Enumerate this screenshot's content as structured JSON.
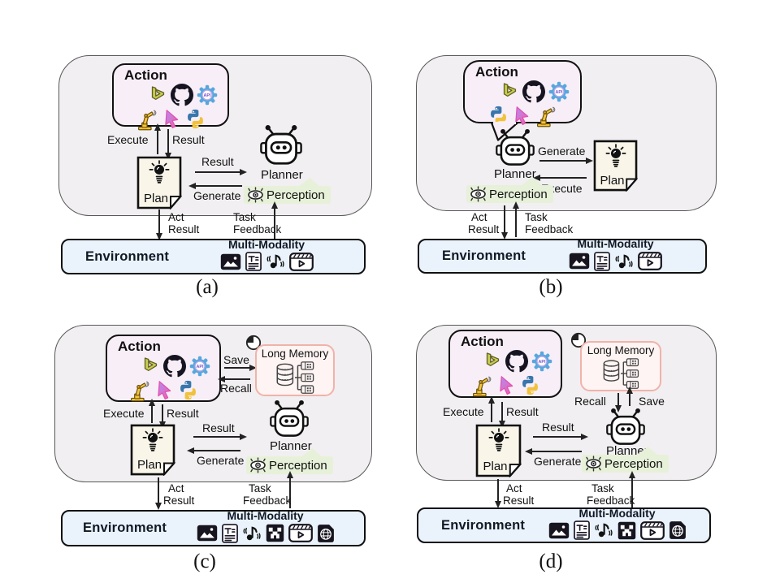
{
  "figure_type": "agent-architecture-diagram",
  "labels": {
    "action": "Action",
    "execute": "Execute",
    "result": "Result",
    "generate": "Generate",
    "plan": "Plan",
    "planner": "Planner",
    "perception": "Perception",
    "act": "Act",
    "task": "Task",
    "feedback": "Feedback",
    "save": "Save",
    "recall": "Recall",
    "long_memory": "Long Memory",
    "environment": "Environment",
    "multi_modality": "Multi-Modality"
  },
  "panels": {
    "a": {
      "caption": "(a)",
      "modalities": [
        "image",
        "text",
        "audio",
        "video"
      ]
    },
    "b": {
      "caption": "(b)",
      "modalities": [
        "image",
        "text",
        "audio",
        "video"
      ]
    },
    "c": {
      "caption": "(c)",
      "modalities": [
        "image",
        "text",
        "audio",
        "minecraft",
        "video",
        "web"
      ]
    },
    "d": {
      "caption": "(d)",
      "modalities": [
        "image",
        "text",
        "audio",
        "minecraft",
        "video",
        "web"
      ]
    }
  },
  "icons": {
    "action_tools": [
      "bing-logo-icon",
      "github-icon",
      "api-gear-icon",
      "robot-arm-icon",
      "cursor-icon",
      "python-icon"
    ],
    "plan": [
      "document-icon",
      "lightbulb-icon"
    ],
    "planner": "robot-head-icon",
    "perception": "eye-icon",
    "long_memory": [
      "clock-icon",
      "database-icon"
    ],
    "modalities_ab": [
      "image-icon",
      "text-icon",
      "audio-icon",
      "video-icon"
    ],
    "modalities_cd": [
      "image-icon",
      "text-icon",
      "audio-icon",
      "minecraft-icon",
      "video-icon",
      "web-icon"
    ]
  },
  "colors": {
    "panel_bg": "#f1eff1",
    "action_bg": "#f8eef7",
    "environment_bg": "#eaf3fb",
    "memory_bg": "#fdf4f3",
    "memory_border": "#f0b3a9",
    "perception_bg": "#e7f1d9",
    "document_bg": "#f9f5e9",
    "line": "#111111"
  }
}
